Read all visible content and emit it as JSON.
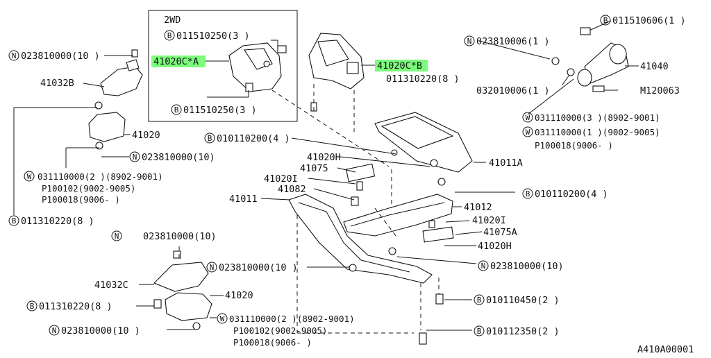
{
  "labels": {
    "nut_top_left": "023810000(10 )",
    "mount_41032B": "41032B",
    "insulator_41020_left": "41020",
    "nut_left_mid": "023810000(10)",
    "washer_left_a": "031110000(2 )(8902-9001)",
    "washer_left_b": "P100102(9002-9005)",
    "washer_left_c": "P100018(9006-     )",
    "bolt_left_bottom": "011310220(8 )",
    "box_2wd": "2WD",
    "bolt_box_top": "011510250(3 )",
    "part_41020C_A": "41020C*A",
    "bolt_box_bottom": "011510250(3 )",
    "part_41020C_B": "41020C*B",
    "bolt_011310220_center": "011310220(8 )",
    "bolt_011510606": "011510606(1 )",
    "nut_023810006": "023810006(1 )",
    "rod_41040": "41040",
    "washer_032010006": "032010006(1 )",
    "bolt_M120063": "M120063",
    "washer_right_a": "031110000(3 )(8902-9001)",
    "washer_right_b": "031110000(1 )(9002-9005)",
    "washer_right_c": "P100018(9006-     )",
    "bolt_010110200_top": "010110200(4 )",
    "part_41020H_top": "41020H",
    "part_41075_top": "41075",
    "part_41020I_top": "41020I",
    "part_41082": "41082",
    "crossmember_41011": "41011",
    "crossmember_41011A": "41011A",
    "bolt_010110200_right": "010110200(4 )",
    "part_41012": "41012",
    "part_41020I_right": "41020I",
    "part_41075A": "41075A",
    "part_41020H_right": "41020H",
    "nut_023810000_right": "023810000(10)",
    "nut_023810000_center": "023810000(10 )",
    "nut_lower_n": "023810000(10)",
    "mount_41032C": "41032C",
    "bolt_011310220_lower": "011310220(8 )",
    "insulator_41020_lower": "41020",
    "nut_023810000_bottom": "023810000(10 )",
    "washer_lower_a": "031110000(2 )(8902-9001)",
    "washer_lower_b": "P100102(9002-9005)",
    "washer_lower_c": "P100018(9006-     )",
    "bolt_010110450": "010110450(2 )",
    "bolt_010112350": "010112350(2 )",
    "diagram_code": "A410A00001"
  },
  "symbols": {
    "nut": "N",
    "bolt": "B",
    "washer": "W"
  },
  "colors": {
    "highlight": "#7cfc7c",
    "ink": "#111111"
  }
}
